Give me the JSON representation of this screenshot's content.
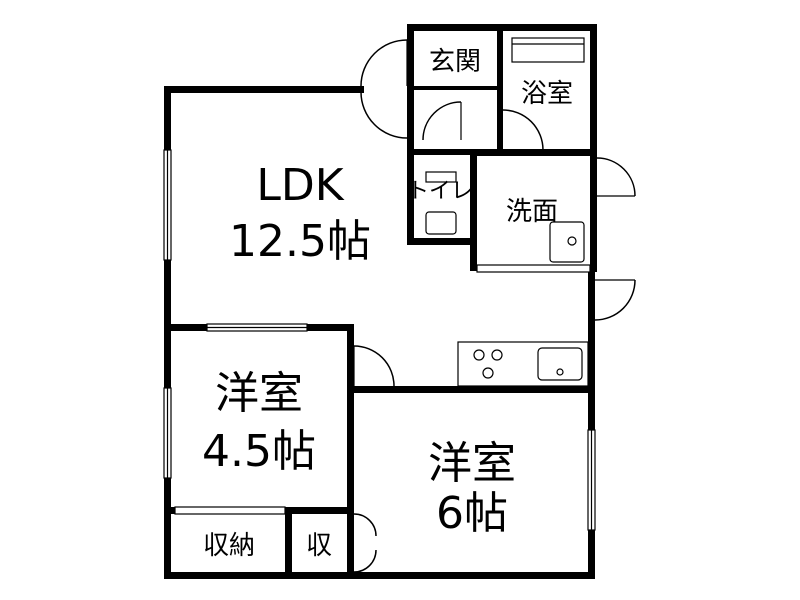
{
  "rooms": {
    "entrance": {
      "label": "玄関"
    },
    "bath": {
      "label": "浴室"
    },
    "toilet": {
      "label": "トイレ"
    },
    "washroom": {
      "label": "洗面"
    },
    "ldk": {
      "name": "LDK",
      "size": "12.5帖"
    },
    "western_small": {
      "name": "洋室",
      "size": "4.5帖"
    },
    "western_large": {
      "name": "洋室",
      "size": "6帖"
    },
    "storage_large": {
      "label": "収納"
    },
    "storage_small": {
      "label": "収"
    }
  },
  "colors": {
    "wall": "#000000",
    "background": "#ffffff"
  }
}
